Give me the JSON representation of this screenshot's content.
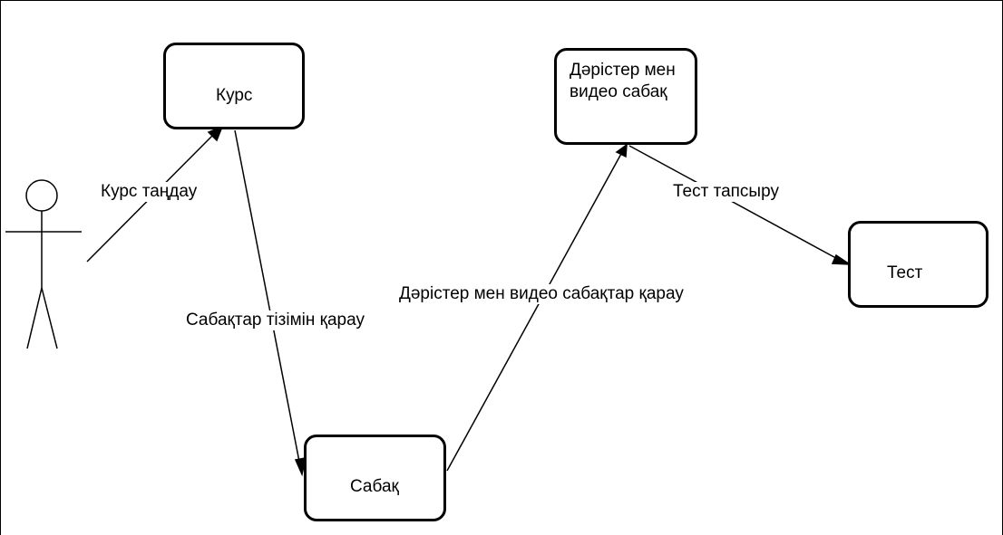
{
  "nodes": {
    "course": "Курс",
    "lectures_line1": "Дәрістер мен",
    "lectures_line2": "видео сабақ",
    "test": "Тест",
    "lesson": "Сабақ"
  },
  "edges": {
    "choose_course": "Курс таңдау",
    "view_lesson_list": "Сабақтар тізімін қарау",
    "view_lectures_videos": "Дәрістер мен видео сабақтар қарау",
    "take_test": "Тест тапсыру"
  }
}
